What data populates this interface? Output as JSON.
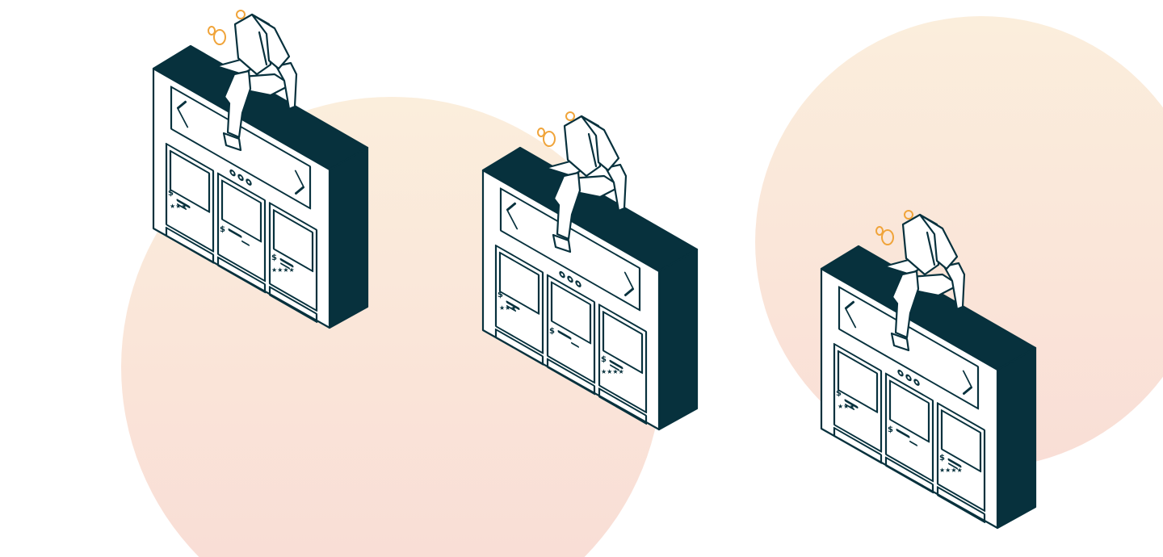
{
  "illustration": {
    "colors": {
      "outline": "#07313d",
      "face": "#ffffff",
      "accent": "#f0a43a",
      "circle_top": "#fbeedc",
      "circle_bottom": "#f9ded6"
    },
    "devices": [
      {
        "card_labels": [
          "$",
          "$",
          "$"
        ],
        "ratings": [
          3,
          0,
          4
        ]
      },
      {
        "card_labels": [
          "$",
          "$",
          "$"
        ],
        "ratings": [
          3,
          0,
          4
        ]
      },
      {
        "card_labels": [
          "$",
          "$",
          "$"
        ],
        "ratings": [
          3,
          0,
          4
        ]
      }
    ]
  }
}
